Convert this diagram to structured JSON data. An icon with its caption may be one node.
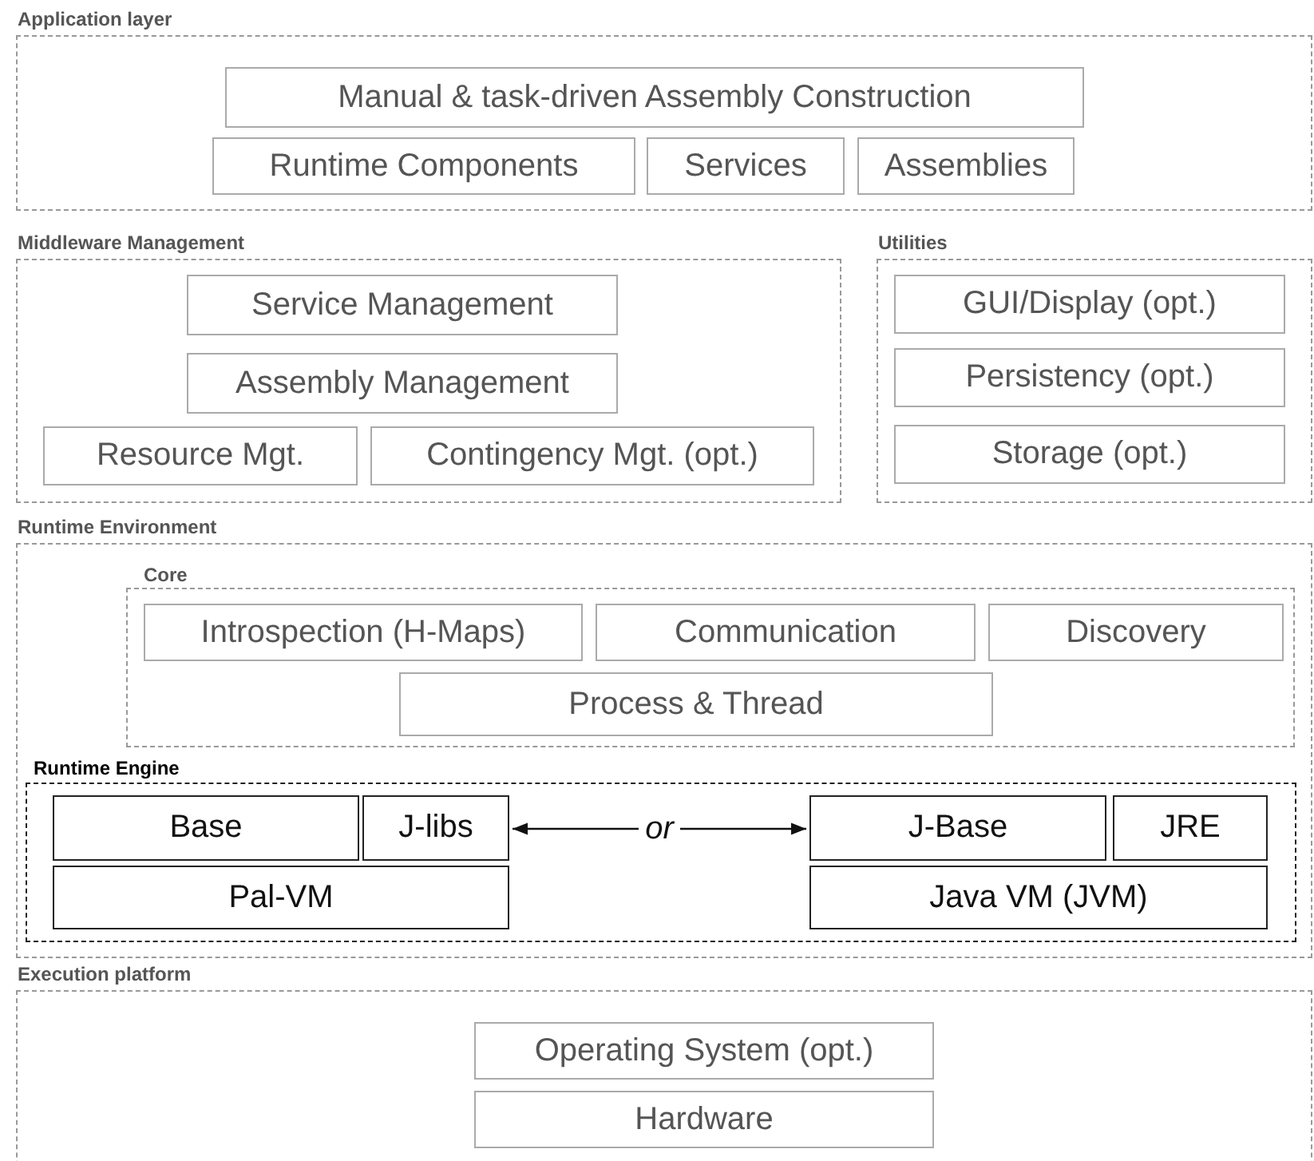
{
  "diagram": {
    "nodes": [
      {
        "text": [
          "Application layer"
        ]
      },
      {
        "text": [
          "Manual & task-driven Assembly Construction"
        ],
        "in": 0
      },
      {
        "text": [
          "Runtime Components"
        ],
        "in": 0
      },
      {
        "text": [
          "Services"
        ],
        "in": 0
      },
      {
        "text": [
          "Assemblies"
        ],
        "in": 0
      },
      {
        "text": [
          "Middleware Management"
        ]
      },
      {
        "text": [
          "Service Management"
        ],
        "in": 5
      },
      {
        "text": [
          "Assembly Management"
        ],
        "in": 5
      },
      {
        "text": [
          "Resource Mgt."
        ],
        "in": 5
      },
      {
        "text": [
          "Contingency Mgt. (opt.)"
        ],
        "in": 5
      },
      {
        "text": [
          "Utilities"
        ]
      },
      {
        "text": [
          "GUI/Display (opt.)"
        ],
        "in": 10
      },
      {
        "text": [
          "Persistency (opt.)"
        ],
        "in": 10
      },
      {
        "text": [
          "Storage (opt.)"
        ],
        "in": 10
      },
      {
        "text": [
          "Runtime Environment"
        ]
      },
      {
        "text": [
          "Core"
        ],
        "in": 14
      },
      {
        "text": [
          "Introspection (H-Maps)"
        ],
        "in": 15
      },
      {
        "text": [
          "Communication"
        ],
        "in": 15
      },
      {
        "text": [
          "Discovery"
        ],
        "in": 15
      },
      {
        "text": [
          "Process & Thread"
        ],
        "in": 15
      },
      {
        "text": [
          "Runtime Engine"
        ],
        "in": 14
      },
      {
        "text": [
          "Base"
        ],
        "in": 20
      },
      {
        "text": [
          "J-libs"
        ],
        "in": 20
      },
      {
        "text": [
          "Pal-VM"
        ],
        "in": 20
      },
      {
        "text": [
          "J-Base"
        ],
        "in": 20
      },
      {
        "text": [
          "JRE"
        ],
        "in": 20
      },
      {
        "text": [
          "Java VM (JVM)"
        ],
        "in": 20
      },
      {
        "text": [
          "Execution platform"
        ]
      },
      {
        "text": [
          "Operating System (opt.)"
        ],
        "in": 27
      },
      {
        "text": [
          "Hardware"
        ],
        "in": 27
      }
    ],
    "edges": [
      {
        "from": 22,
        "to": 24,
        "arrow": "both",
        "label": "or"
      }
    ]
  }
}
